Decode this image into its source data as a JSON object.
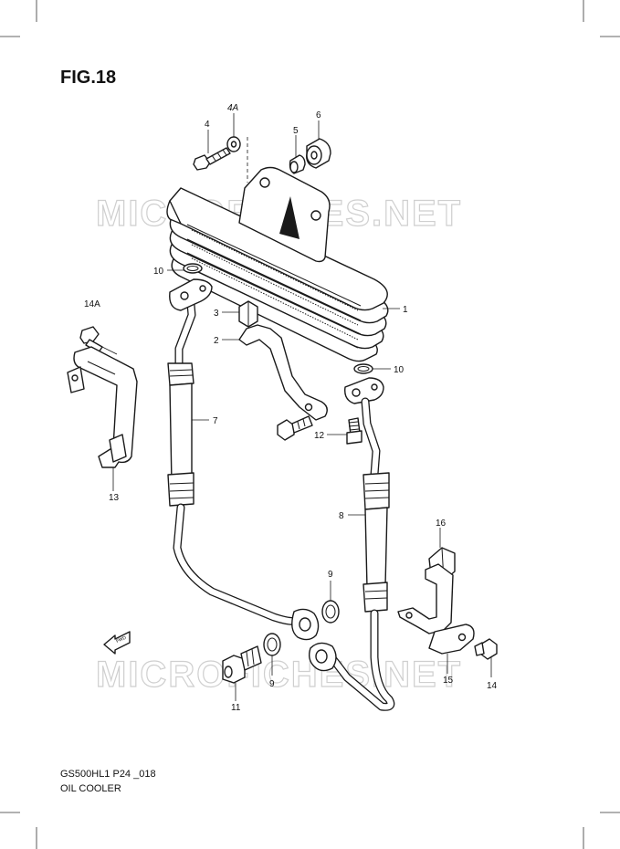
{
  "figure": {
    "title": "FIG.18",
    "code": "GS500HL1 P24 _018",
    "name": "OIL COOLER"
  },
  "watermark": {
    "text": "MICROFICHES.NET"
  },
  "callouts": {
    "c1": "1",
    "c2": "2",
    "c3": "3",
    "c4": "4",
    "c4a": "4A",
    "c5": "5",
    "c6": "6",
    "c7": "7",
    "c8": "8",
    "c9a": "9",
    "c9b": "9",
    "c10a": "10",
    "c10b": "10",
    "c11": "11",
    "c12": "12",
    "c13": "13",
    "c14": "14",
    "c14a": "14A",
    "c15": "15",
    "c16": "16"
  },
  "fwd_label": "FWD"
}
